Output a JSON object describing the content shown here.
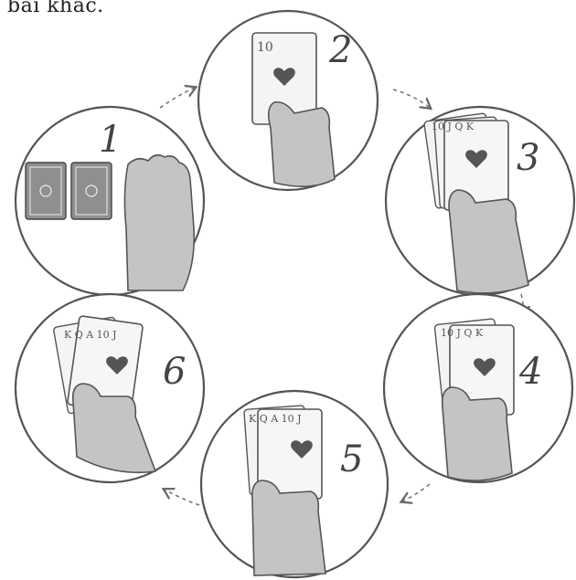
{
  "caption": "bài khác.",
  "steps": [
    {
      "number": "1",
      "action": "two-cards-face-down-hand-raised"
    },
    {
      "number": "2",
      "action": "holding-one-card"
    },
    {
      "number": "3",
      "action": "holding-card-fan"
    },
    {
      "number": "4",
      "action": "holding-card-fan"
    },
    {
      "number": "5",
      "action": "holding-card-fan"
    },
    {
      "number": "6",
      "action": "holding-card-fan"
    }
  ],
  "colors": {
    "outline": "#555555",
    "skin": "#c9c9c9",
    "card": "#f4f4f4",
    "card_back": "#9a9a9a",
    "suit": "#555555"
  },
  "icons": [
    "heart-icon",
    "hand-icon",
    "card-icon",
    "arrow-icon"
  ]
}
